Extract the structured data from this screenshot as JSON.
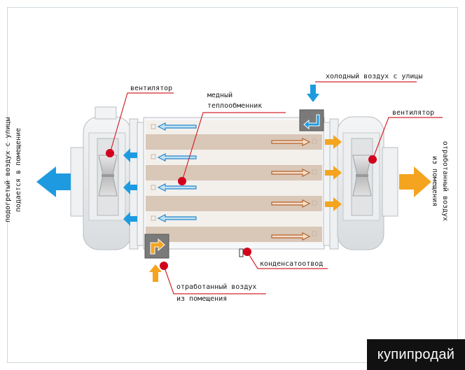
{
  "labels": {
    "fan_left": "вентилятор",
    "copper_hx_line1": "медный",
    "copper_hx_line2": "теплообменник",
    "cold_air_in": "холодный воздух с улицы",
    "fan_right": "вентилятор",
    "heated_air_line1": "подогретый воздух с улицы",
    "heated_air_line2": "подается в помещение",
    "exhaust_out_line1": "отработанный воздух",
    "exhaust_out_line2": "из помещения",
    "condensate": "конденсатоотвод",
    "exhaust_in_line1": "отработанный воздух",
    "exhaust_in_line2": "из помещения"
  },
  "brand": "купипродай",
  "colors": {
    "cold_arrow": "#1e9be0",
    "warm_arrow": "#f4a41e",
    "leader_line": "#d3262c",
    "leader_dot": "#d3001b"
  }
}
